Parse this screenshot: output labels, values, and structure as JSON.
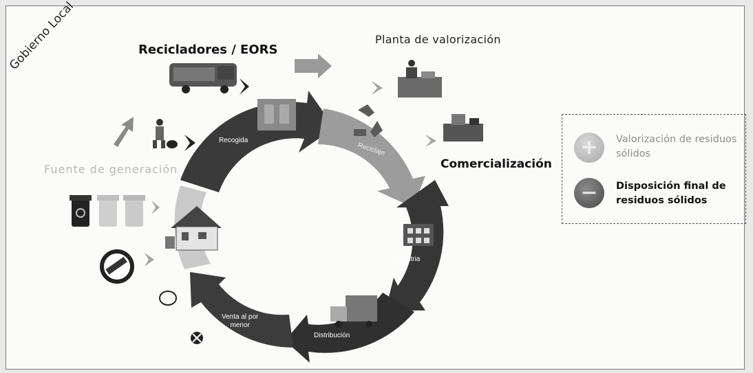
{
  "labels": {
    "gobierno": "Gobierno Local",
    "recicladores": "Recicladores / EORS",
    "planta": "Planta de valorización",
    "comercializacion": "Comercialización",
    "fuente": "Fuente de generación"
  },
  "cycle": {
    "recogida": "Recogida",
    "reciclaje": "Reciclaje",
    "industria": "Industria",
    "distribucion": "Distribución",
    "venta_line1": "Venta al por",
    "venta_line2": "menor"
  },
  "legend": {
    "valorizacion": "Valorización de residuos sólidos",
    "disposicion": "Disposición final de residuos sólidos",
    "plus_symbol": "+",
    "minus_symbol": "−"
  },
  "colors": {
    "dark_segment": "#3b3b3b",
    "light_segment": "#9a9a9a",
    "arrow_gray": "#7a7a7a"
  },
  "icons": [
    "truck-icon",
    "worker-icon",
    "trash-bin-icon",
    "house-icon",
    "plant-worker-icon",
    "factory-icon",
    "recycle-icon",
    "delivery-truck-icon",
    "no-sign-icon"
  ]
}
